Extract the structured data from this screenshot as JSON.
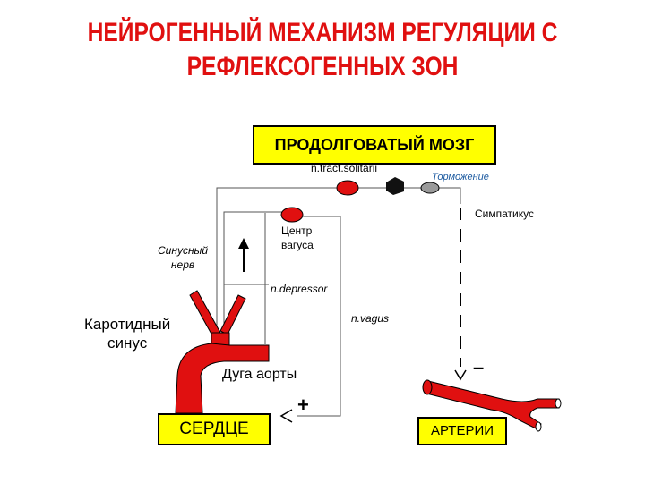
{
  "title": {
    "line1": "НЕЙРОГЕННЫЙ  МЕХАНИЗМ  РЕГУЛЯЦИИ  С",
    "line2": "РЕФЛЕКСОГЕННЫХ  ЗОН"
  },
  "boxes": {
    "medulla": "ПРОДОЛГОВАТЫЙ МОЗГ",
    "heart": "СЕРДЦЕ",
    "arteries": "АРТЕРИИ"
  },
  "labels": {
    "tract_solitarii": "n.tract.solitarii",
    "inhibition": "Торможение",
    "sympathicus": "Симпатикус",
    "vagus_center_line1": "Центр",
    "vagus_center_line2": "вагуса",
    "sinus_nerve_line1": "Синусный",
    "sinus_nerve_line2": "нерв",
    "n_depressor": "n.depressor",
    "n_vagus": "n.vagus",
    "carotid_sinus_line1": "Каротидный",
    "carotid_sinus_line2": "синус",
    "aortic_arch": "Дуга аорты",
    "minus": "–",
    "plus": "+"
  },
  "colors": {
    "title": "#e01010",
    "vessel": "#e01010",
    "box_fill": "#ffff00",
    "ganglion": "#9a9a9a"
  }
}
